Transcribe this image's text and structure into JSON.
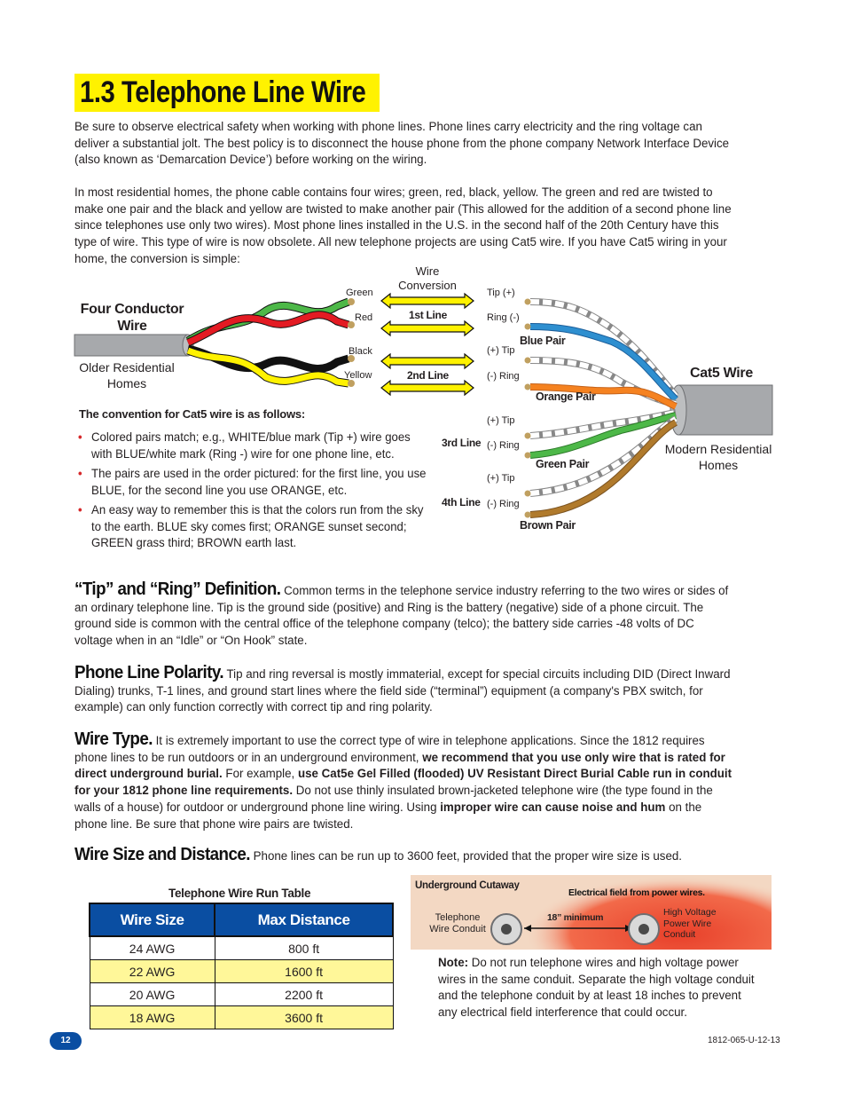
{
  "title": "1.3 Telephone Line Wire",
  "intro": [
    "Be sure to observe electrical safety when working with phone lines. Phone lines carry electricity and the ring voltage can deliver a substantial jolt. The best policy is to disconnect the house phone from the phone company Network Interface Device (also known as ‘Demarcation Device’) before working on the wiring.",
    "In most residential homes, the phone cable contains four wires; green, red, black, yellow. The green and red are twisted to make one pair and the black and yellow are twisted to make another pair (This allowed for the addition of a second phone line since telephones use only two wires). Most phone lines installed in the U.S. in the second half of the 20th Century have this type of wire. This type of wire is now obsolete. All new telephone projects are using Cat5 wire. If you have Cat5 wiring in your home, the conversion is simple:"
  ],
  "diagram": {
    "four_conductor_label": "Four Conductor Wire",
    "four_conductor_line1": "Four Conductor",
    "four_conductor_line2": "Wire",
    "older_line1": "Older Residential",
    "older_line2": "Homes",
    "wire_conversion_line1": "Wire",
    "wire_conversion_line2": "Conversion",
    "green": "Green",
    "red": "Red",
    "black": "Black",
    "yellow": "Yellow",
    "first_line": "1st Line",
    "second_line": "2nd Line",
    "third_line": "3rd Line",
    "fourth_line": "4th Line",
    "tip_plus": "Tip (+)",
    "ring_minus": "Ring (-)",
    "plus_tip": "(+) Tip",
    "minus_ring": "(-) Ring",
    "blue_pair": "Blue Pair",
    "orange_pair": "Orange Pair",
    "green_pair": "Green Pair",
    "brown_pair": "Brown Pair",
    "cat5_label": "Cat5 Wire",
    "modern_line1": "Modern Residential",
    "modern_line2": "Homes",
    "colors": {
      "green": "#4db848",
      "red": "#e31b23",
      "black": "#111111",
      "yellow": "#fff200",
      "blue": "#2e8fd0",
      "orange": "#f58220",
      "brown": "#b07a2c",
      "arrow": "#fff200",
      "cable": "#a7a9ac"
    }
  },
  "convention_title": "The convention for Cat5 wire is as follows:",
  "conventions": [
    "Colored pairs match; e.g., WHITE/blue mark (Tip +) wire goes with BLUE/white mark (Ring -) wire for one phone line, etc.",
    "The pairs are used in the order pictured: for the first line, you use BLUE, for the second line you use ORANGE, etc.",
    "An easy way to remember this is that the colors run from the sky to the earth. BLUE sky comes first; ORANGE sunset second; GREEN grass third; BROWN earth last."
  ],
  "tip_ring": {
    "heading": "“Tip” and “Ring” Definition.",
    "text": "Common terms in the telephone service industry referring to the two wires or sides of an ordinary telephone line. Tip is the ground side (positive) and Ring is the battery (negative) side of a phone circuit. The ground side is common with the central office of the telephone company (telco); the battery side carries -48 volts of DC voltage when in an “Idle” or “On Hook” state."
  },
  "polarity": {
    "heading": "Phone Line Polarity.",
    "text": "Tip and ring reversal is mostly immaterial, except for special circuits including DID (Direct Inward Dialing) trunks, T-1 lines, and ground start lines where the field side (“terminal”) equipment (a company's PBX switch, for example) can only function correctly with correct tip and ring polarity."
  },
  "wire_type": {
    "heading": "Wire Type.",
    "t1": "It is extremely important to use the correct type of wire in telephone applications. Since the 1812 requires phone lines to be run outdoors or in an underground environment,",
    "b1": "we recommend that you use only wire that is rated for direct underground burial.",
    "t2": "For example,",
    "b2": "use Cat5e Gel Filled (flooded) UV Resistant Direct Burial Cable run in conduit for your 1812 phone line requirements.",
    "t3": "Do not use thinly insulated brown-jacketed telephone wire (the type found in the walls of a house) for outdoor or underground phone line wiring. Using",
    "b3": "improper wire can cause noise and hum",
    "t4": "on the phone line. Be sure that phone wire pairs are twisted."
  },
  "wire_size": {
    "heading": "Wire Size and Distance.",
    "text": "Phone lines can be run up to 3600 feet, provided that the proper wire size is used."
  },
  "run_table": {
    "caption": "Telephone Wire Run Table",
    "headers": [
      "Wire Size",
      "Max Distance"
    ],
    "rows": [
      [
        "24 AWG",
        "800 ft"
      ],
      [
        "22 AWG",
        "1600 ft"
      ],
      [
        "20 AWG",
        "2200 ft"
      ],
      [
        "18 AWG",
        "3600 ft"
      ]
    ]
  },
  "cutaway": {
    "title": "Underground Cutaway",
    "field": "Electrical field from power wires.",
    "tel_line1": "Telephone",
    "tel_line2": "Wire Conduit",
    "minimum": "18” minimum",
    "hv_line1": "High Voltage",
    "hv_line2": "Power Wire",
    "hv_line3": "Conduit"
  },
  "note": {
    "label": "Note:",
    "text": "Do not run telephone wires and high voltage power wires in the same conduit. Separate the high voltage conduit and the telephone conduit by at least 18 inches to prevent any electrical field interference that could occur."
  },
  "footer": {
    "page": "12",
    "doc_id": "1812-065-U-12-13"
  }
}
